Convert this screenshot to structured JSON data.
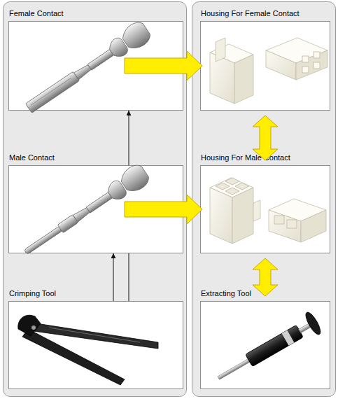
{
  "diagram": {
    "nodes": [
      {
        "text": [
          "Female Contact"
        ]
      },
      {
        "text": [
          "Housing For Female Contact"
        ]
      },
      {
        "text": [
          "Male Contact"
        ]
      },
      {
        "text": [
          "Housing For Male Contact"
        ]
      },
      {
        "text": [
          "Crimping Tool"
        ]
      },
      {
        "text": [
          "Extracting Tool"
        ]
      }
    ],
    "edges": [
      {
        "from": 0,
        "to": 1,
        "arrow": "to"
      },
      {
        "from": 2,
        "to": 3,
        "arrow": "to"
      },
      {
        "from": 1,
        "to": 3,
        "arrow": "both"
      },
      {
        "from": 3,
        "to": 5,
        "arrow": "both"
      },
      {
        "from": 4,
        "to": 2,
        "arrow": "to"
      },
      {
        "from": 4,
        "to": 0,
        "arrow": "to"
      }
    ]
  }
}
